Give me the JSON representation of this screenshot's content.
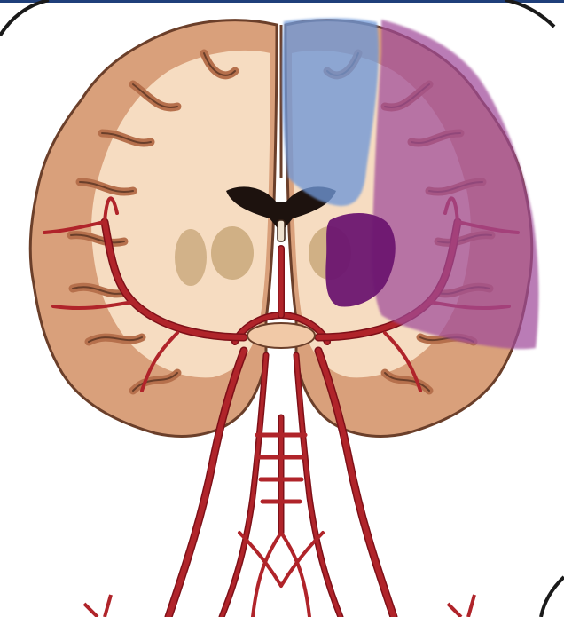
{
  "figure": {
    "subject": "coronal-brain-section-with-cerebral-arteries",
    "palette": {
      "frame": "#1f3f7a",
      "cortex_gray_matter": "#d9a07b",
      "cortex_outline": "#6b3f2a",
      "white_matter": "#f6dcc1",
      "ventricle": "#1d120e",
      "deep_nuclei": "#c9a87a",
      "artery": "#b0242a",
      "artery_dark": "#7e1018",
      "overlay_blue": "#6f98d8",
      "overlay_magenta": "#a04b9a",
      "overlay_deep_purple": "#6b1570"
    },
    "highlighted_regions": [
      {
        "name": "anterior-cerebral-artery-territory",
        "color": "#6f98d8"
      },
      {
        "name": "middle-cerebral-artery-territory",
        "color": "#a04b9a"
      },
      {
        "name": "lenticulostriate-territory",
        "color": "#6b1570"
      }
    ]
  }
}
